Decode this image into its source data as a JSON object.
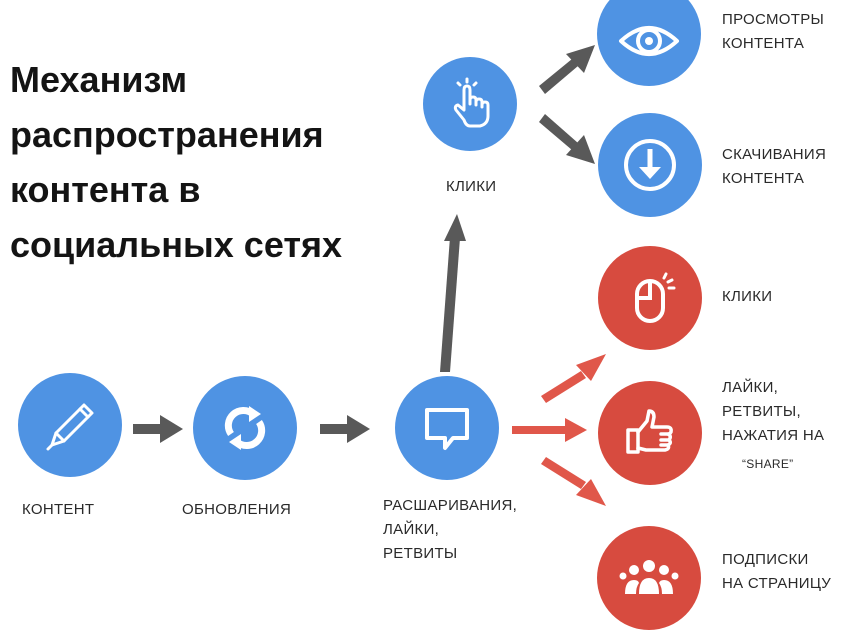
{
  "title_lines": [
    "Механизм",
    "распространения",
    "контента в",
    "социальных сетях"
  ],
  "colors": {
    "blue": "#4f93e3",
    "red": "#d74b3f",
    "gray_arrow": "#595959",
    "red_arrow": "#e0574a"
  },
  "nodes": {
    "content": {
      "icon": "pen-icon",
      "label": "КОНТЕНТ"
    },
    "updates": {
      "icon": "refresh-icon",
      "label": "ОБНОВЛЕНИЯ"
    },
    "shares": {
      "icon": "speech-bubble-icon",
      "label_lines": [
        "РАСШАРИВАНИЯ,",
        "ЛАЙКИ,",
        "РЕТВИТЫ"
      ]
    },
    "clicks_blue": {
      "icon": "hand-pointer-icon",
      "label": "КЛИКИ"
    },
    "views": {
      "icon": "eye-icon",
      "label_lines": [
        "ПРОСМОТРЫ",
        "КОНТЕНТА"
      ]
    },
    "downloads": {
      "icon": "download-icon",
      "label_lines": [
        "СКАЧИВАНИЯ",
        "КОНТЕНТА"
      ]
    },
    "clicks_red": {
      "icon": "mouse-icon",
      "label": "КЛИКИ"
    },
    "likes": {
      "icon": "thumbs-up-icon",
      "label_lines": [
        "ЛАЙКИ,",
        "РЕТВИТЫ,",
        "НАЖАТИЯ НА"
      ],
      "share_text": "“SHARE”"
    },
    "subscriptions": {
      "icon": "people-icon",
      "label_lines": [
        "ПОДПИСКИ",
        "НА СТРАНИЦУ"
      ]
    }
  }
}
